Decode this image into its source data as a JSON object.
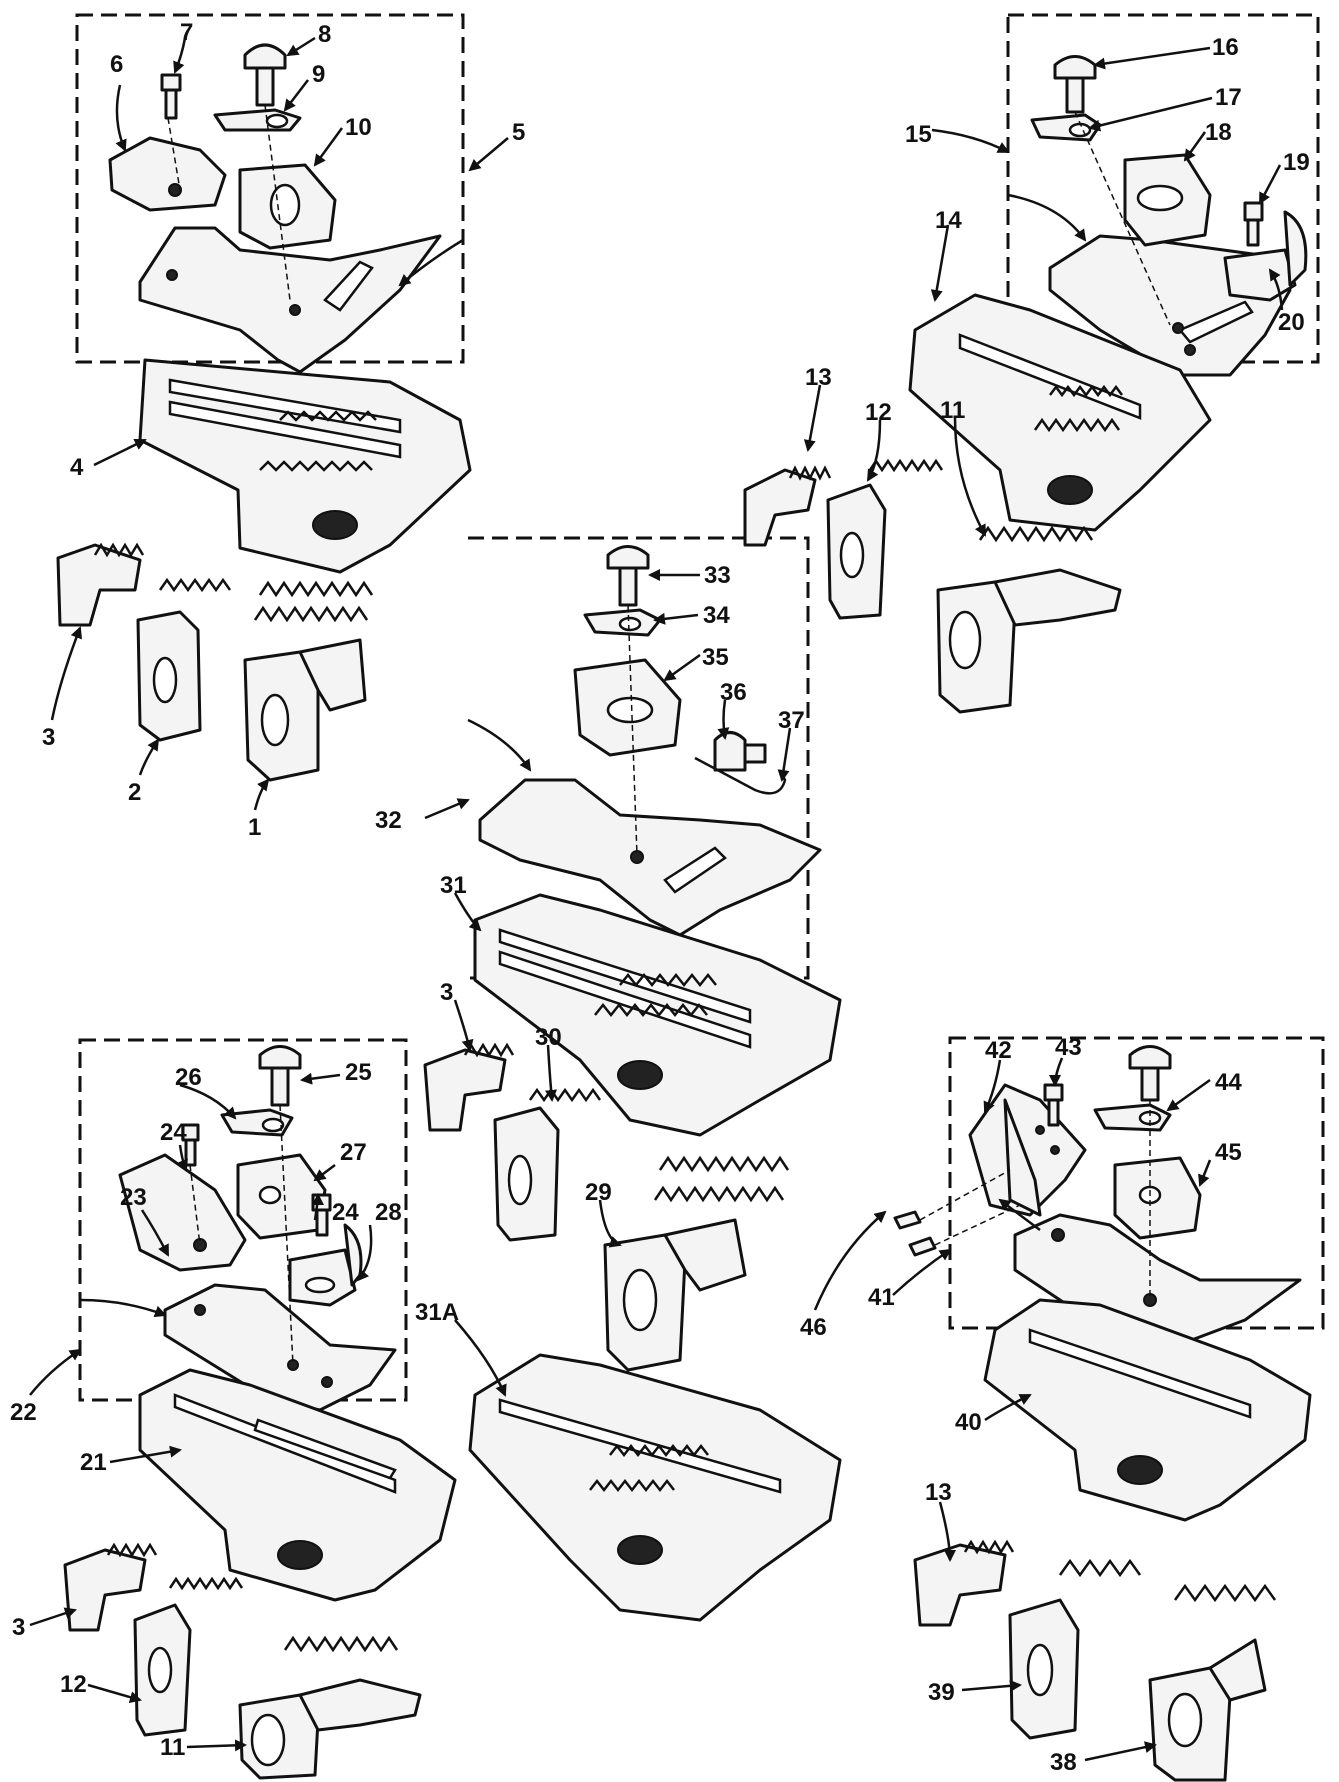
{
  "labels": {
    "p1": "1",
    "p2": "2",
    "p3a": "3",
    "p3b": "3",
    "p3c": "3",
    "p4": "4",
    "p5": "5",
    "p6": "6",
    "p7": "7",
    "p8": "8",
    "p9": "9",
    "p10": "10",
    "p11a": "11",
    "p11b": "11",
    "p12a": "12",
    "p12b": "12",
    "p13a": "13",
    "p13b": "13",
    "p14": "14",
    "p15": "15",
    "p16": "16",
    "p17": "17",
    "p18": "18",
    "p19": "19",
    "p20": "20",
    "p21": "21",
    "p22": "22",
    "p23": "23",
    "p24a": "24",
    "p24b": "24",
    "p25": "25",
    "p26": "26",
    "p27": "27",
    "p28": "28",
    "p29": "29",
    "p30": "30",
    "p31": "31",
    "p31a": "31A",
    "p32": "32",
    "p33": "33",
    "p34": "34",
    "p35": "35",
    "p36": "36",
    "p37": "37",
    "p38": "38",
    "p39": "39",
    "p40": "40",
    "p41": "41",
    "p42": "42",
    "p43": "43",
    "p44": "44",
    "p45": "45",
    "p46": "46"
  }
}
